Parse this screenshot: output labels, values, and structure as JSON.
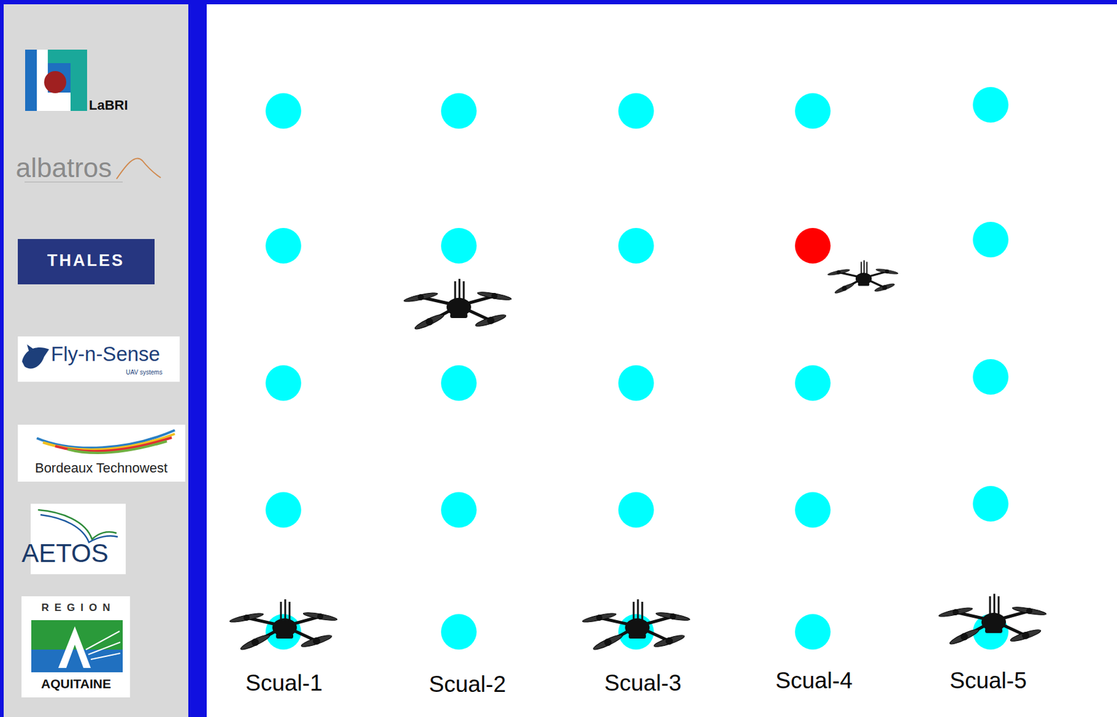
{
  "diagram": {
    "labels": [
      "LaBRI",
      "albatros",
      "THALES",
      "Fly-n-Sense",
      "UAV systems",
      "Bordeaux Technowest",
      "AETOS",
      "REGION",
      "AQUITAINE",
      "Scual-1",
      "Scual-2",
      "Scual-3",
      "Scual-4",
      "Scual-5"
    ]
  }
}
